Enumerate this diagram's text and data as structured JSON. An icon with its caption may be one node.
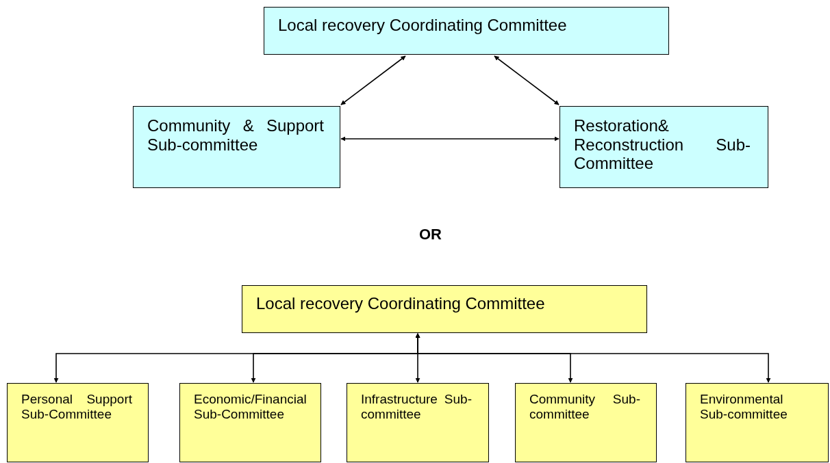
{
  "diagram": {
    "nodes": [
      {
        "text": [
          "Local recovery Coordinating Committee"
        ]
      },
      {
        "text": [
          "Community & Support Sub-committee"
        ]
      },
      {
        "text": [
          "Restoration& Reconstruction Sub-Committee"
        ]
      },
      {
        "text": [
          "Local recovery Coordinating Committee"
        ]
      },
      {
        "text": [
          "Personal Support Sub-Committee"
        ]
      },
      {
        "text": [
          "Economic/Financial Sub-Committee"
        ]
      },
      {
        "text": [
          "Infrastructure Sub-committee"
        ]
      },
      {
        "text": [
          "Community Sub-committee"
        ]
      },
      {
        "text": [
          "Environmental Sub-committee"
        ]
      }
    ],
    "edges": [
      {
        "from": 0,
        "to": 1,
        "arrow": "both"
      },
      {
        "from": 0,
        "to": 2,
        "arrow": "both"
      },
      {
        "from": 1,
        "to": 2,
        "arrow": "both"
      },
      {
        "from": 3,
        "to": 4,
        "arrow": "both"
      },
      {
        "from": 3,
        "to": 5,
        "arrow": "both"
      },
      {
        "from": 3,
        "to": 6,
        "arrow": "both"
      },
      {
        "from": 3,
        "to": 7,
        "arrow": "both"
      },
      {
        "from": 3,
        "to": 8,
        "arrow": "both"
      }
    ],
    "labels": [
      "OR"
    ]
  }
}
